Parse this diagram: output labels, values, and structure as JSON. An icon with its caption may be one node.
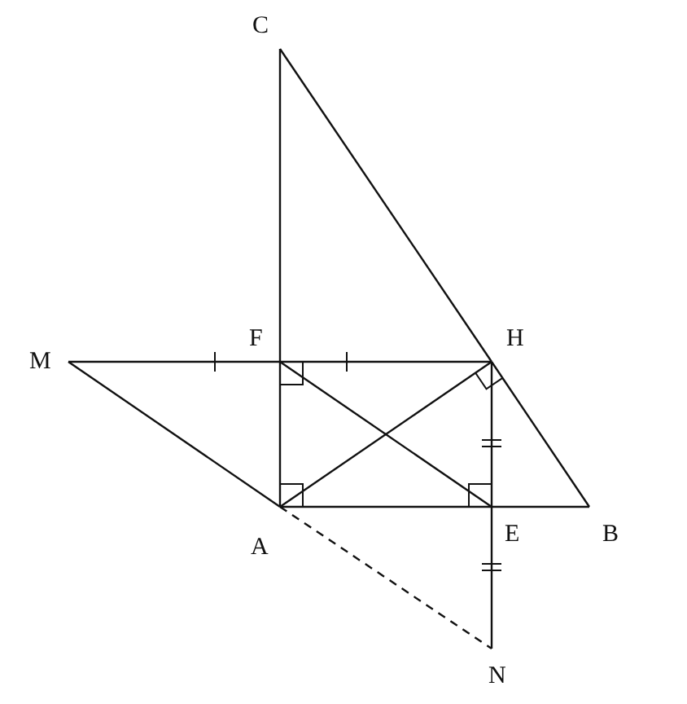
{
  "diagram": {
    "nodes": [
      {
        "text": [
          "C"
        ]
      },
      {
        "text": [
          "M"
        ]
      },
      {
        "text": [
          "F"
        ]
      },
      {
        "text": [
          "H"
        ]
      },
      {
        "text": [
          "A"
        ]
      },
      {
        "text": [
          "E"
        ]
      },
      {
        "text": [
          "B"
        ]
      },
      {
        "text": [
          "N"
        ]
      }
    ],
    "edges": [
      {
        "from": 0,
        "to": 2,
        "arrow": "none"
      },
      {
        "from": 2,
        "to": 4,
        "arrow": "none"
      },
      {
        "from": 0,
        "to": 3,
        "arrow": "none"
      },
      {
        "from": 3,
        "to": 6,
        "arrow": "none"
      },
      {
        "from": 1,
        "to": 2,
        "arrow": "none"
      },
      {
        "from": 2,
        "to": 3,
        "arrow": "none"
      },
      {
        "from": 1,
        "to": 4,
        "arrow": "none"
      },
      {
        "from": 4,
        "to": 5,
        "arrow": "none"
      },
      {
        "from": 5,
        "to": 6,
        "arrow": "none"
      },
      {
        "from": 3,
        "to": 5,
        "arrow": "none"
      },
      {
        "from": 5,
        "to": 7,
        "arrow": "none"
      },
      {
        "from": 4,
        "to": 7,
        "arrow": "none",
        "style": "dashed"
      },
      {
        "from": 4,
        "to": 3,
        "arrow": "none"
      },
      {
        "from": 2,
        "to": 5,
        "arrow": "none"
      }
    ]
  }
}
